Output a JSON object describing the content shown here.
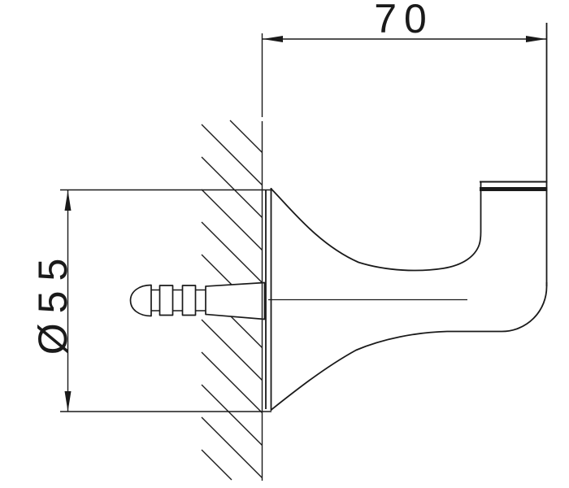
{
  "drawing": {
    "description": "Technical line drawing of a wall-mounted bathroom hook / towel-bar bracket shown in side section with a hatched wall, a screw wall-anchor detail, and two dimensions",
    "background_color": "#ffffff",
    "line_color": "#1a1a1a",
    "dimensions": {
      "depth": {
        "label": "70",
        "orientation": "horizontal",
        "location": "top"
      },
      "flange_diameter": {
        "label": "Ø55",
        "orientation": "vertical-rotated",
        "location": "left"
      }
    },
    "parts": [
      "wall-section-hatching",
      "wall-surface-line",
      "screw-anchor",
      "mounting-flange",
      "bracket-body",
      "bar-collar",
      "centerline"
    ]
  }
}
